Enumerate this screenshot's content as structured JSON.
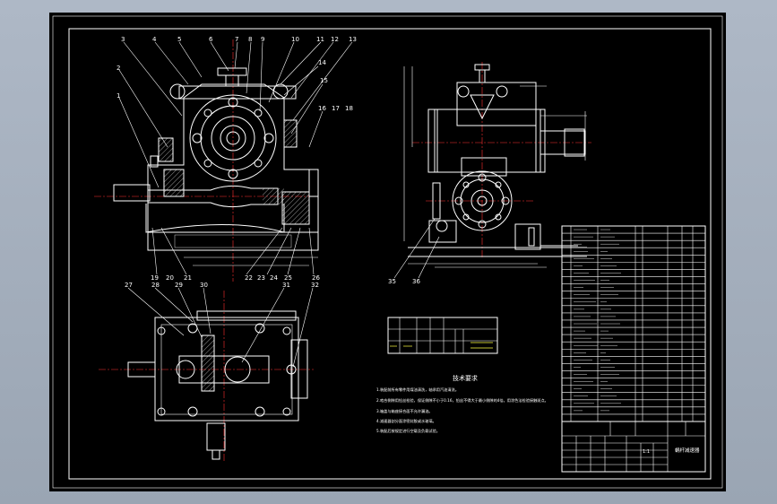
{
  "drawing": {
    "part_numbers_top": [
      "3",
      "4",
      "5",
      "6",
      "7",
      "8",
      "9",
      "10",
      "11",
      "12",
      "13"
    ],
    "part_numbers_left": [
      "2",
      "1"
    ],
    "part_numbers_right": [
      "14",
      "15",
      "16",
      "17",
      "18"
    ],
    "part_numbers_bottom": [
      "19",
      "20",
      "21",
      "22",
      "23",
      "24",
      "25",
      "26"
    ],
    "part_numbers_plan": [
      "27",
      "28",
      "29",
      "30",
      "31",
      "32"
    ],
    "part_numbers_side": [
      "35",
      "36"
    ],
    "tech_req_title": "技术要求",
    "tech_req_lines": [
      "1.装配前所有零件用煤油清洗，轴承用汽油清洗。",
      "2.啮合侧隙用铅丝检验，保证侧隙不小于0.16，铅丝不得大于最小侧隙的4倍。用涂色法检验接触斑点。",
      "3.箱盖与箱座接合面不允许漏油。",
      "4.减速器剖分面涂密封胶或水玻璃。",
      "5.装配后按规定进行空载及负载试验。"
    ],
    "title_block_name": "蜗杆减速器",
    "title_block_scale": "1:1"
  },
  "colors": {
    "background": "#a9b3c1",
    "sheet": "#000000",
    "line": "#ffffff",
    "centerline": "#ff3030",
    "accent_yellow": "#ffff40",
    "accent_green": "#00d040"
  }
}
